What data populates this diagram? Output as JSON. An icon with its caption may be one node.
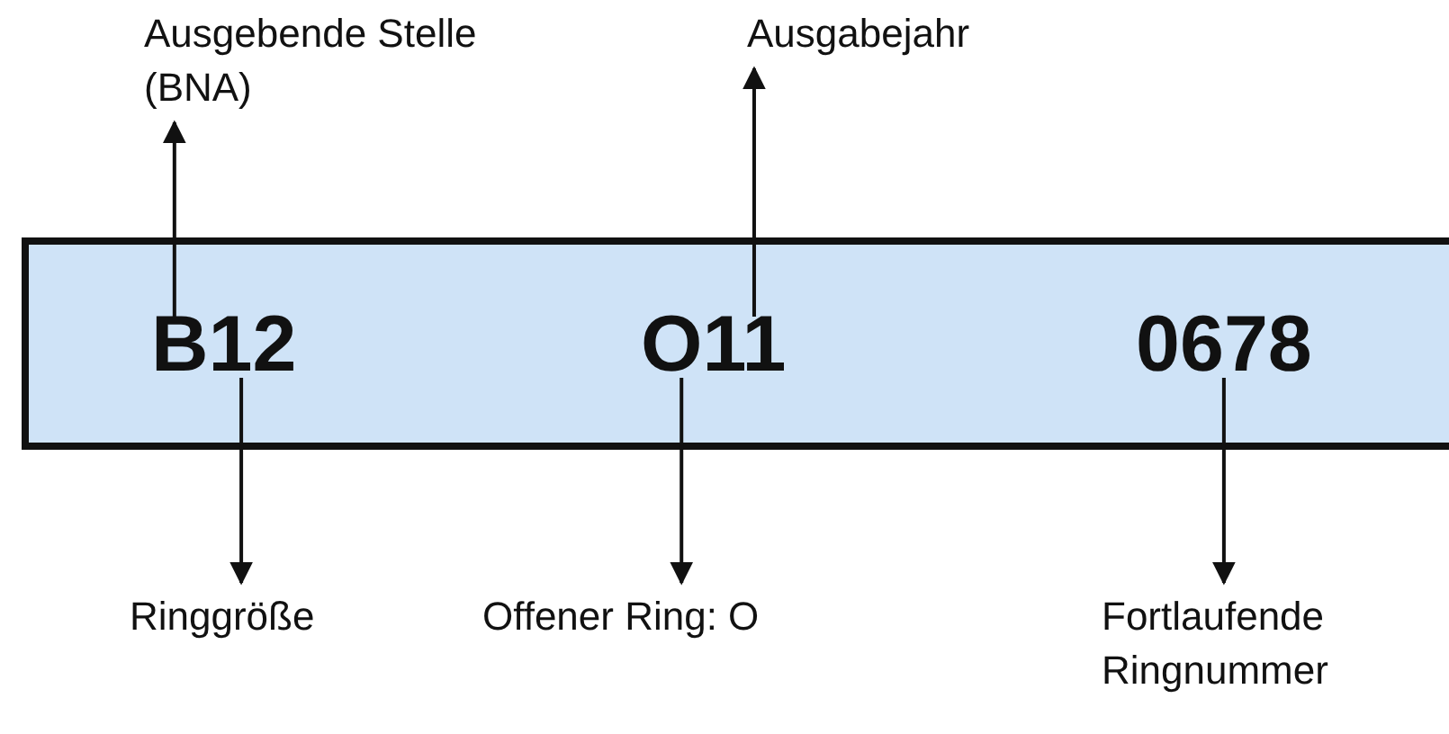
{
  "diagram": {
    "nodes": [
      {
        "text": [
          "Ausgebende Stelle (BNA)"
        ]
      },
      {
        "text": [
          "Ausgabejahr"
        ]
      },
      {
        "text": [],
        "shape": "bar"
      },
      {
        "text": [
          "B12"
        ],
        "in": 2
      },
      {
        "text": [
          "O11"
        ],
        "in": 2
      },
      {
        "text": [
          "0678"
        ],
        "in": 2
      },
      {
        "text": [
          "Ringgröße"
        ]
      },
      {
        "text": [
          "Offener Ring: O"
        ]
      },
      {
        "text": [
          "Fortlaufende Ringnummer"
        ]
      }
    ],
    "edges": [
      {
        "from": 3,
        "to": 0,
        "arrow": "to"
      },
      {
        "from": 4,
        "to": 1,
        "arrow": "to"
      },
      {
        "from": 3,
        "to": 6,
        "arrow": "to"
      },
      {
        "from": 4,
        "to": 7,
        "arrow": "to"
      },
      {
        "from": 5,
        "to": 8,
        "arrow": "to"
      }
    ]
  }
}
